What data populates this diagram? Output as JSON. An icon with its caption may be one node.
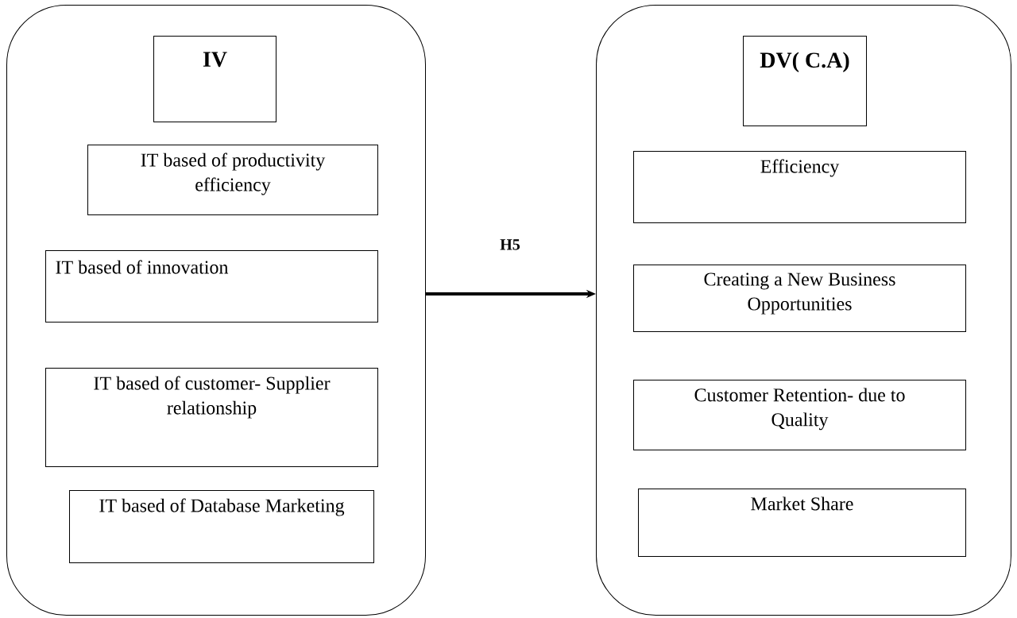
{
  "diagram": {
    "nodes": [
      {
        "text": [],
        "shape": "box"
      },
      {
        "text": [
          "IV"
        ],
        "in": 0
      },
      {
        "text": [
          "IT based of productivity efficiency"
        ],
        "in": 0
      },
      {
        "text": [
          "IT based of innovation"
        ],
        "in": 0
      },
      {
        "text": [
          "IT based of customer- Supplier relationship"
        ],
        "in": 0
      },
      {
        "text": [
          "IT based of Database Marketing"
        ],
        "in": 0
      },
      {
        "text": [],
        "shape": "box"
      },
      {
        "text": [
          "DV( C.A)"
        ],
        "in": 6
      },
      {
        "text": [
          "Efficiency"
        ],
        "in": 6
      },
      {
        "text": [
          "Creating a New Business Opportunities"
        ],
        "in": 6
      },
      {
        "text": [
          "Customer Retention- due to Quality"
        ],
        "in": 6
      },
      {
        "text": [
          "Market Share"
        ],
        "in": 6
      }
    ],
    "edges": [
      {
        "from": 0,
        "to": 6,
        "arrow": "to",
        "label": "H5"
      }
    ]
  }
}
